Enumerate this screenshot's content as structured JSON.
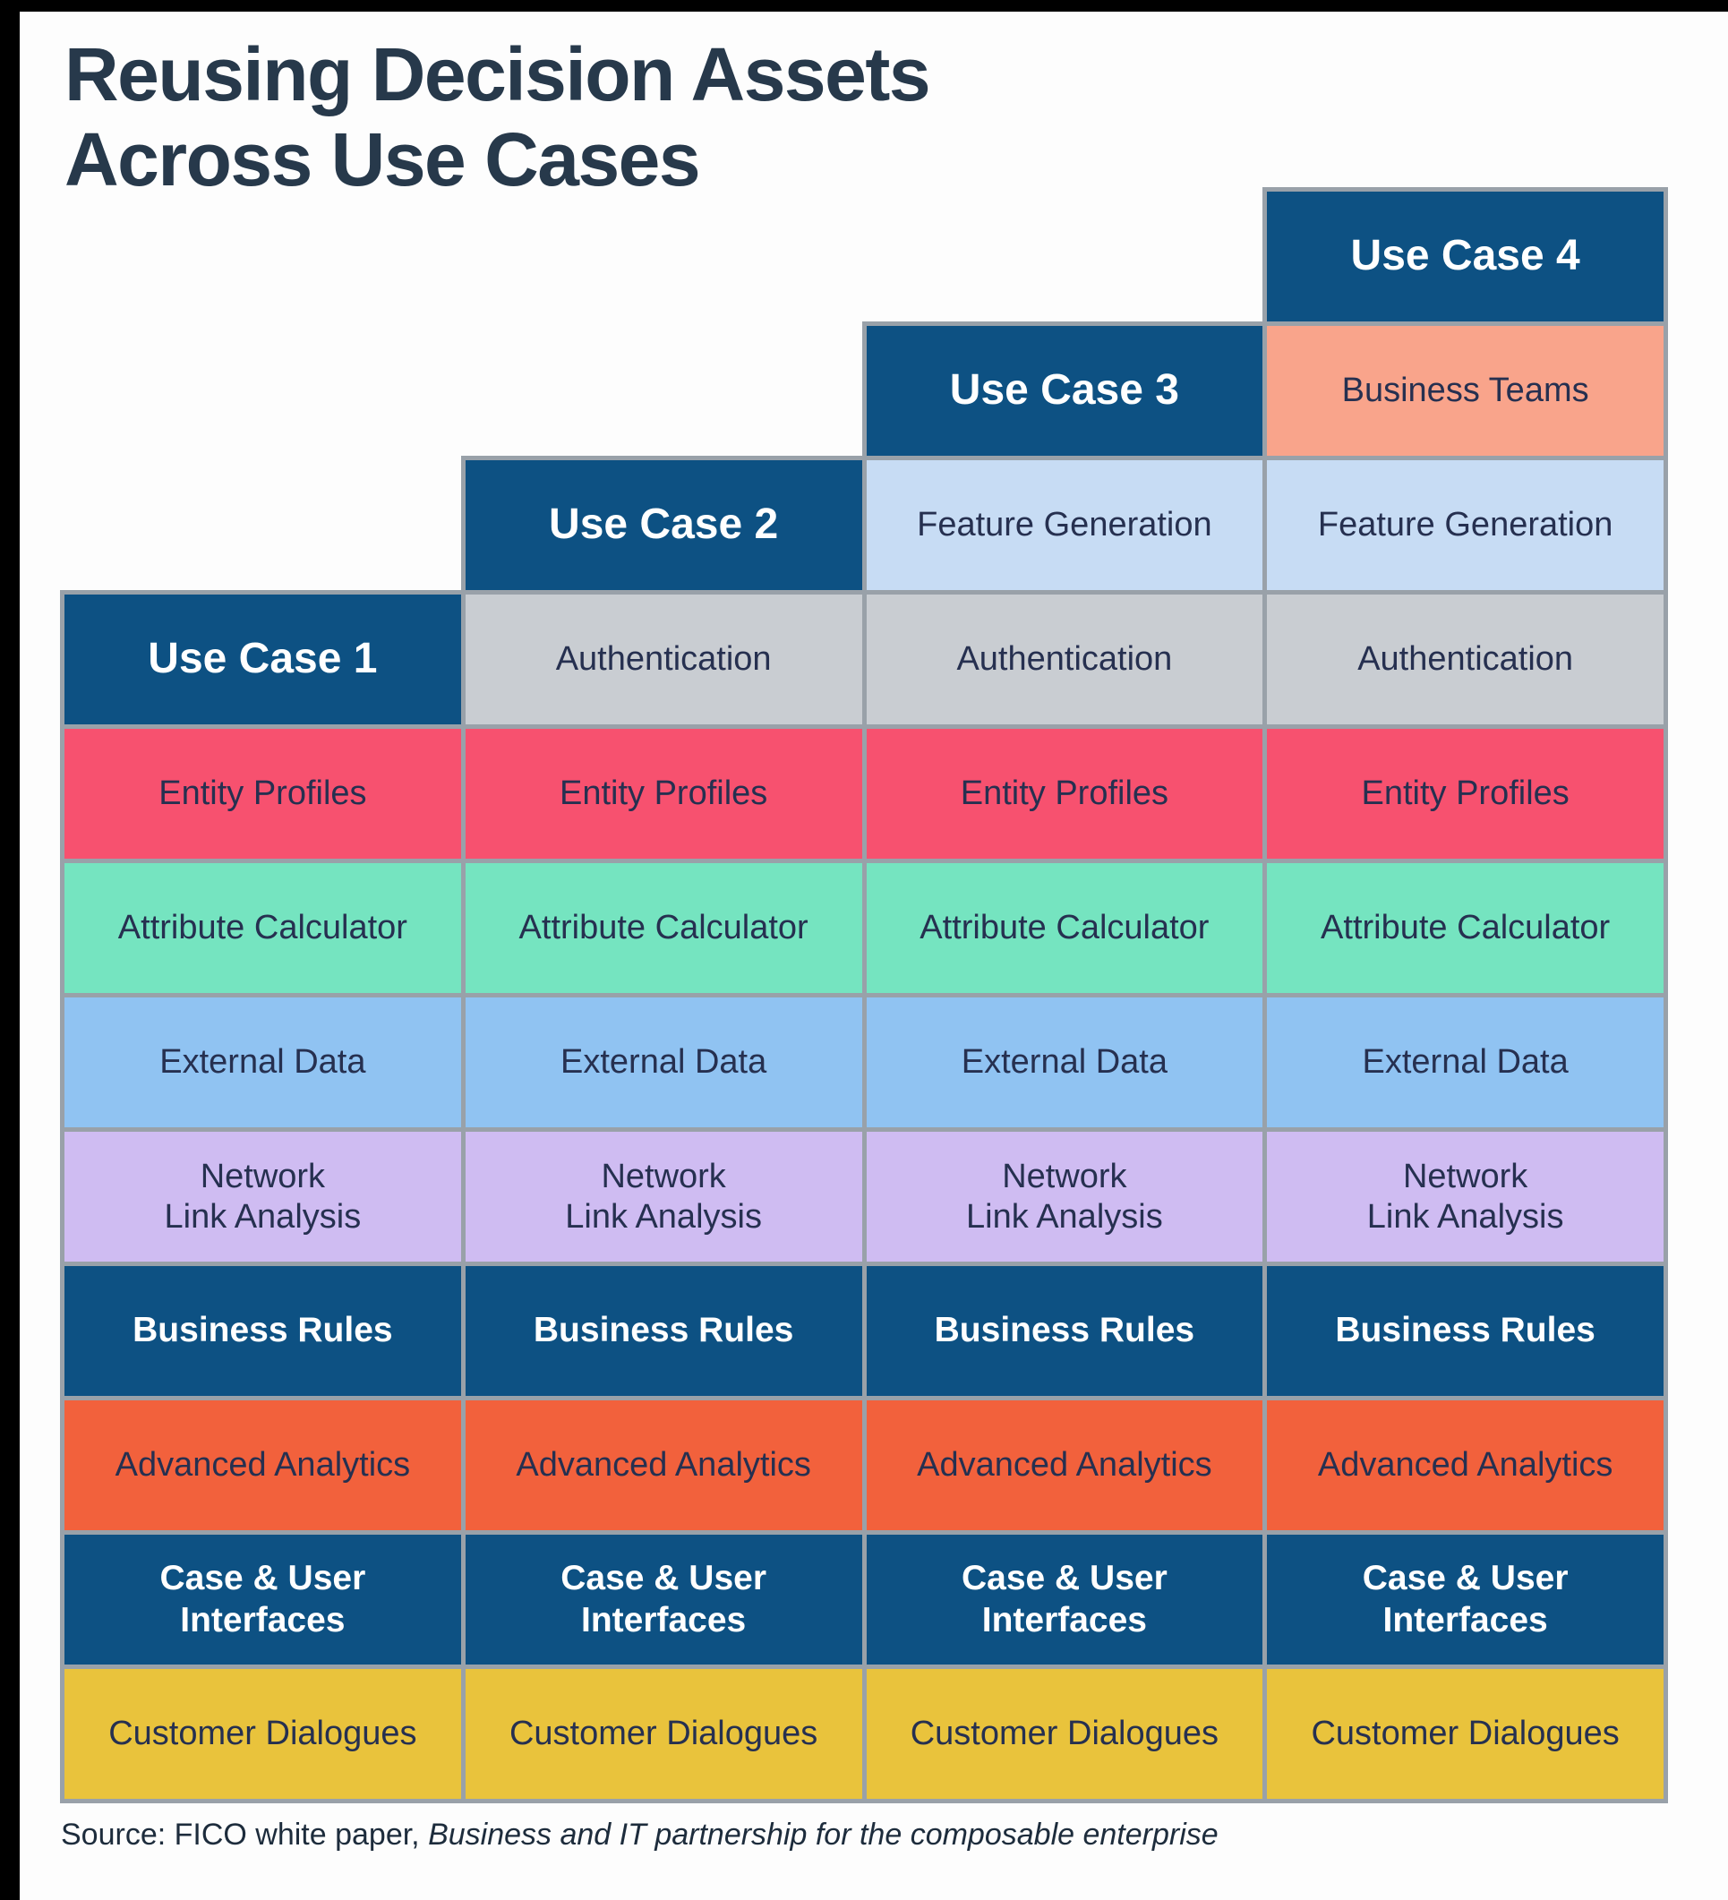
{
  "title": {
    "line1": "Reusing Decision Assets",
    "line2": "Across Use Cases"
  },
  "columns": [
    {
      "header": "Use Case 1",
      "cells": [
        {
          "lines": [
            "Entity Profiles"
          ]
        },
        {
          "lines": [
            "Attribute Calculator"
          ]
        },
        {
          "lines": [
            "External Data"
          ]
        },
        {
          "lines": [
            "Network",
            "Link Analysis"
          ]
        },
        {
          "lines": [
            "Business Rules"
          ]
        },
        {
          "lines": [
            "Advanced Analytics"
          ]
        },
        {
          "lines": [
            "Case & User",
            "Interfaces"
          ]
        },
        {
          "lines": [
            "Customer Dialogues"
          ]
        }
      ]
    },
    {
      "header": "Use Case 2",
      "cells": [
        {
          "lines": [
            "Authentication"
          ]
        },
        {
          "lines": [
            "Entity Profiles"
          ]
        },
        {
          "lines": [
            "Attribute Calculator"
          ]
        },
        {
          "lines": [
            "External Data"
          ]
        },
        {
          "lines": [
            "Network",
            "Link Analysis"
          ]
        },
        {
          "lines": [
            "Business Rules"
          ]
        },
        {
          "lines": [
            "Advanced Analytics"
          ]
        },
        {
          "lines": [
            "Case & User",
            "Interfaces"
          ]
        },
        {
          "lines": [
            "Customer Dialogues"
          ]
        }
      ]
    },
    {
      "header": "Use Case 3",
      "cells": [
        {
          "lines": [
            "Feature Generation"
          ]
        },
        {
          "lines": [
            "Authentication"
          ]
        },
        {
          "lines": [
            "Entity Profiles"
          ]
        },
        {
          "lines": [
            "Attribute Calculator"
          ]
        },
        {
          "lines": [
            "External Data"
          ]
        },
        {
          "lines": [
            "Network",
            "Link Analysis"
          ]
        },
        {
          "lines": [
            "Business Rules"
          ]
        },
        {
          "lines": [
            "Advanced Analytics"
          ]
        },
        {
          "lines": [
            "Case & User",
            "Interfaces"
          ]
        },
        {
          "lines": [
            "Customer Dialogues"
          ]
        }
      ]
    },
    {
      "header": "Use Case 4",
      "cells": [
        {
          "lines": [
            "Business Teams"
          ]
        },
        {
          "lines": [
            "Feature Generation"
          ]
        },
        {
          "lines": [
            "Authentication"
          ]
        },
        {
          "lines": [
            "Entity Profiles"
          ]
        },
        {
          "lines": [
            "Attribute Calculator"
          ]
        },
        {
          "lines": [
            "External Data"
          ]
        },
        {
          "lines": [
            "Network",
            "Link Analysis"
          ]
        },
        {
          "lines": [
            "Business Rules"
          ]
        },
        {
          "lines": [
            "Advanced Analytics"
          ]
        },
        {
          "lines": [
            "Case & User",
            "Interfaces"
          ]
        },
        {
          "lines": [
            "Customer Dialogues"
          ]
        }
      ]
    }
  ],
  "source": {
    "prefix": "Source: FICO white paper, ",
    "italic": "Business and IT partnership for the composable enterprise"
  },
  "colors": {
    "header_navy": "#0d5183",
    "business_teams_salmon": "#f9a48b",
    "feature_generation_light_blue": "#c7dcf4",
    "authentication_gray": "#c9cdd2",
    "entity_profiles_pink": "#f7516f",
    "attribute_calculator_mint": "#75e4c0",
    "external_data_blue": "#90c3f2",
    "network_link_analysis_lavender": "#cfbcf2",
    "business_rules_navy": "#0d5183",
    "advanced_analytics_orange": "#f2613c",
    "case_user_interfaces_navy": "#0d5183",
    "customer_dialogues_gold": "#e9c33c",
    "cell_border_gray": "#99a1a9",
    "title_text": "#27394b",
    "cell_text": "#263050",
    "frame_black": "#000000",
    "background_white": "#fdfdfd"
  }
}
